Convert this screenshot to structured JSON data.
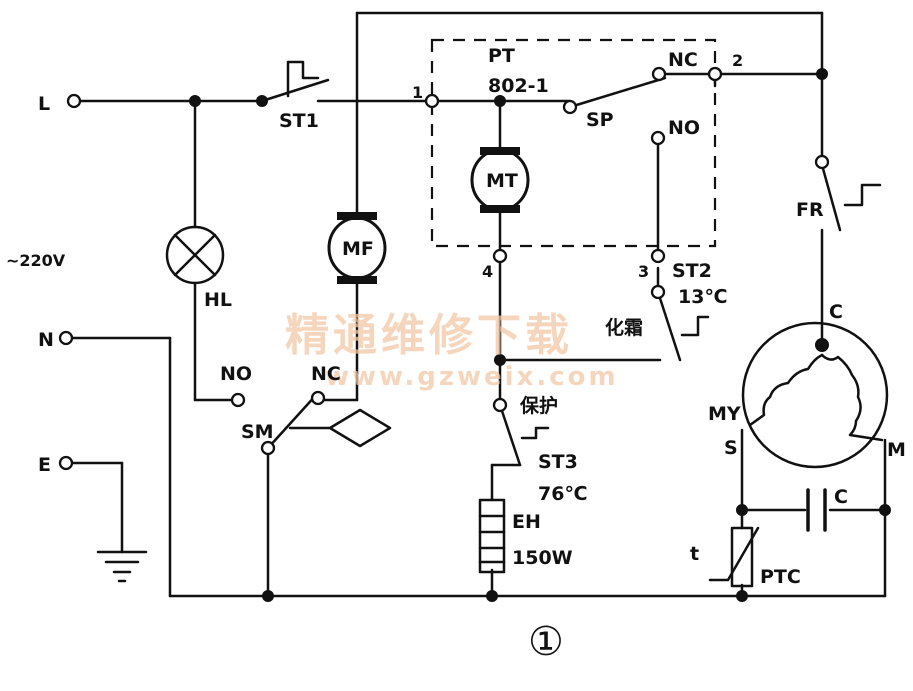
{
  "labels": {
    "L": "L",
    "N": "N",
    "E": "E",
    "voltage": "~220V",
    "HL": "HL",
    "ST1": "ST1",
    "MF": "MF",
    "PT": "PT",
    "PT_model": "802-1",
    "pin1": "1",
    "pin2": "2",
    "pin3": "3",
    "pin4": "4",
    "NC_top": "NC",
    "NO_top": "NO",
    "SP": "SP",
    "MT": "MT",
    "ST2": "ST2",
    "ST2_temp": "13℃",
    "defrost": "化霜",
    "FR": "FR",
    "C_top": "C",
    "MY": "MY",
    "S": "S",
    "M": "M",
    "C_cap": "C",
    "t": "t",
    "PTC": "PTC",
    "NO_sm": "NO",
    "NC_sm": "NC",
    "SM": "SM",
    "protect": "保护",
    "ST3": "ST3",
    "ST3_temp": "76℃",
    "EH": "EH",
    "EH_power": "150W",
    "figure_number": "①"
  },
  "watermark": {
    "line1": "精通维修下载",
    "line2": "www.gzweix.com"
  }
}
